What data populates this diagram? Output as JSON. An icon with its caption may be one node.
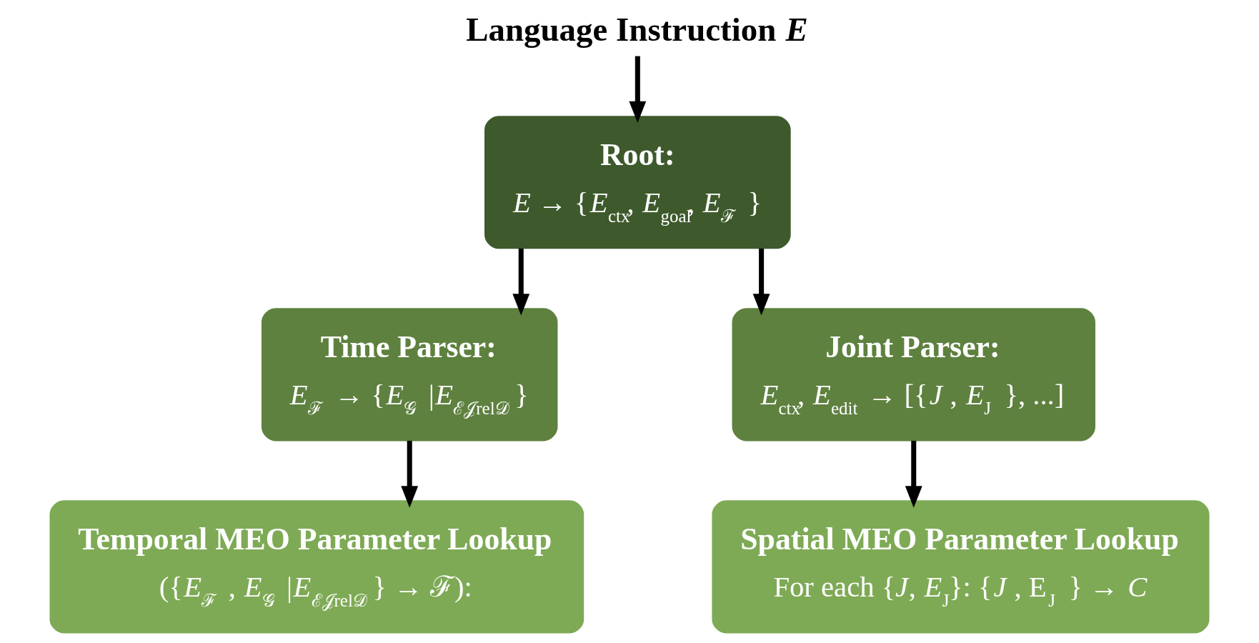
{
  "diagram": {
    "nodes": [
      {
        "text": [
          "Language Instruction *E*"
        ]
      },
      {
        "text": [
          "Root:",
          "*E* → {*E*$_{ctx}$, *E*$_{goal}$, *E*$_{ℱ}$ }"
        ]
      },
      {
        "text": [
          "Time Parser:",
          "*E*$_{ℱ}$ → {*E*$_{𝒢}$ |*E*$_{ℰ𝒥rel𝒟}$ }"
        ]
      },
      {
        "text": [
          "Joint Parser:",
          "*E*$_{ctx}$, *E*$_{edit}$ → [{*J* , *E*$_{J}$ }, ...]"
        ]
      },
      {
        "text": [
          "Temporal MEO Parameter Lookup",
          "({*E*$_{ℱ}$ , *E*$_{𝒢}$ |*E*$_{ℰ𝒥rel𝒟}$ } → ℱ):"
        ]
      },
      {
        "text": [
          "Spatial MEO Parameter Lookup",
          "For each {*J*, *E*$_{J}$}: {*J* , E$_{J}$ } → *C*"
        ]
      }
    ],
    "edges": [
      {
        "from": 0,
        "to": 1,
        "arrow": "to"
      },
      {
        "from": 1,
        "to": 2,
        "arrow": "to"
      },
      {
        "from": 1,
        "to": 3,
        "arrow": "to"
      },
      {
        "from": 2,
        "to": 4,
        "arrow": "to"
      },
      {
        "from": 3,
        "to": 5,
        "arrow": "to"
      }
    ]
  }
}
